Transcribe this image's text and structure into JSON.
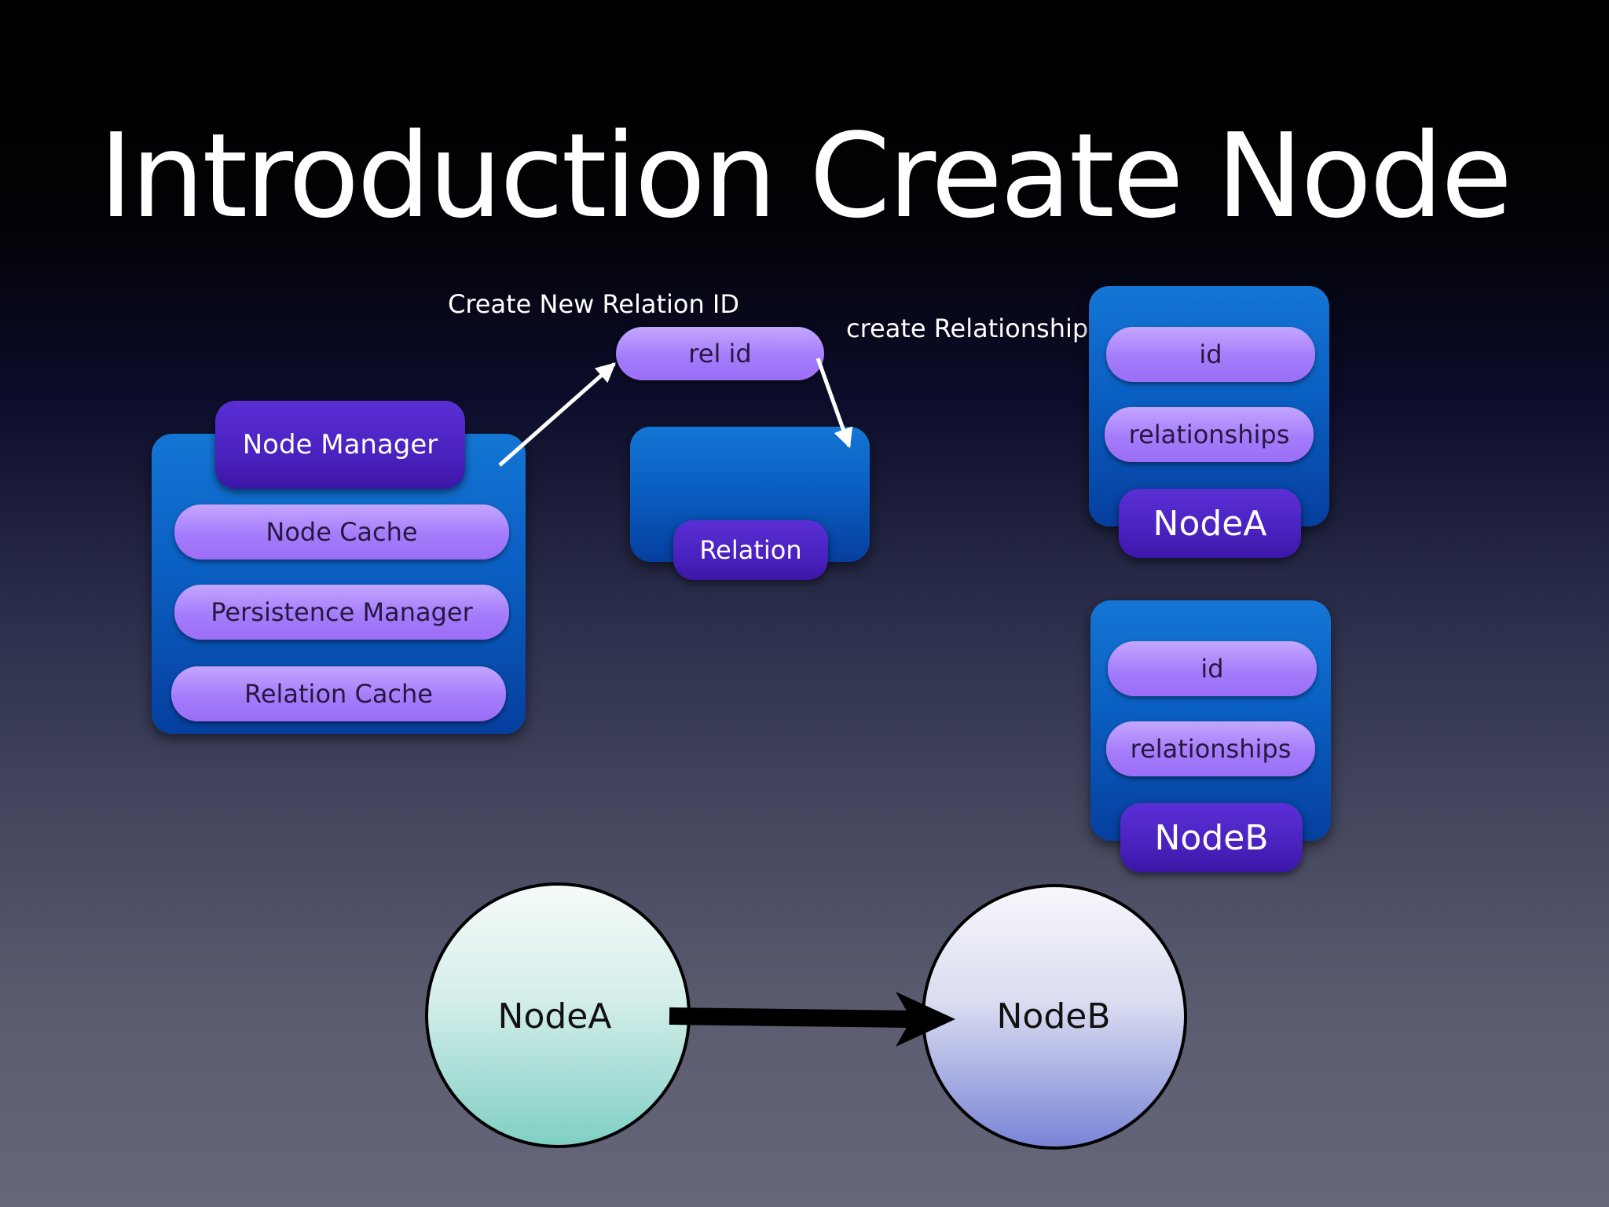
{
  "title": "Introduction Create Node",
  "captions": {
    "create_rel_id": "Create New Relation ID",
    "create_relationship": "create Relationship"
  },
  "node_manager": {
    "header": "Node Manager",
    "items": [
      "Node Cache",
      "Persistence Manager",
      "Relation Cache"
    ]
  },
  "rel_id": "rel id",
  "relation": {
    "label": "Relation"
  },
  "node_a_box": {
    "fields": [
      "id",
      "relationships"
    ],
    "label": "NodeA"
  },
  "node_b_box": {
    "fields": [
      "id",
      "relationships"
    ],
    "label": "NodeB"
  },
  "graph": {
    "node_a": "NodeA",
    "node_b": "NodeB",
    "colors": {
      "node_a_fill": "#7fcfc4",
      "node_b_fill": "#7784d6"
    }
  }
}
